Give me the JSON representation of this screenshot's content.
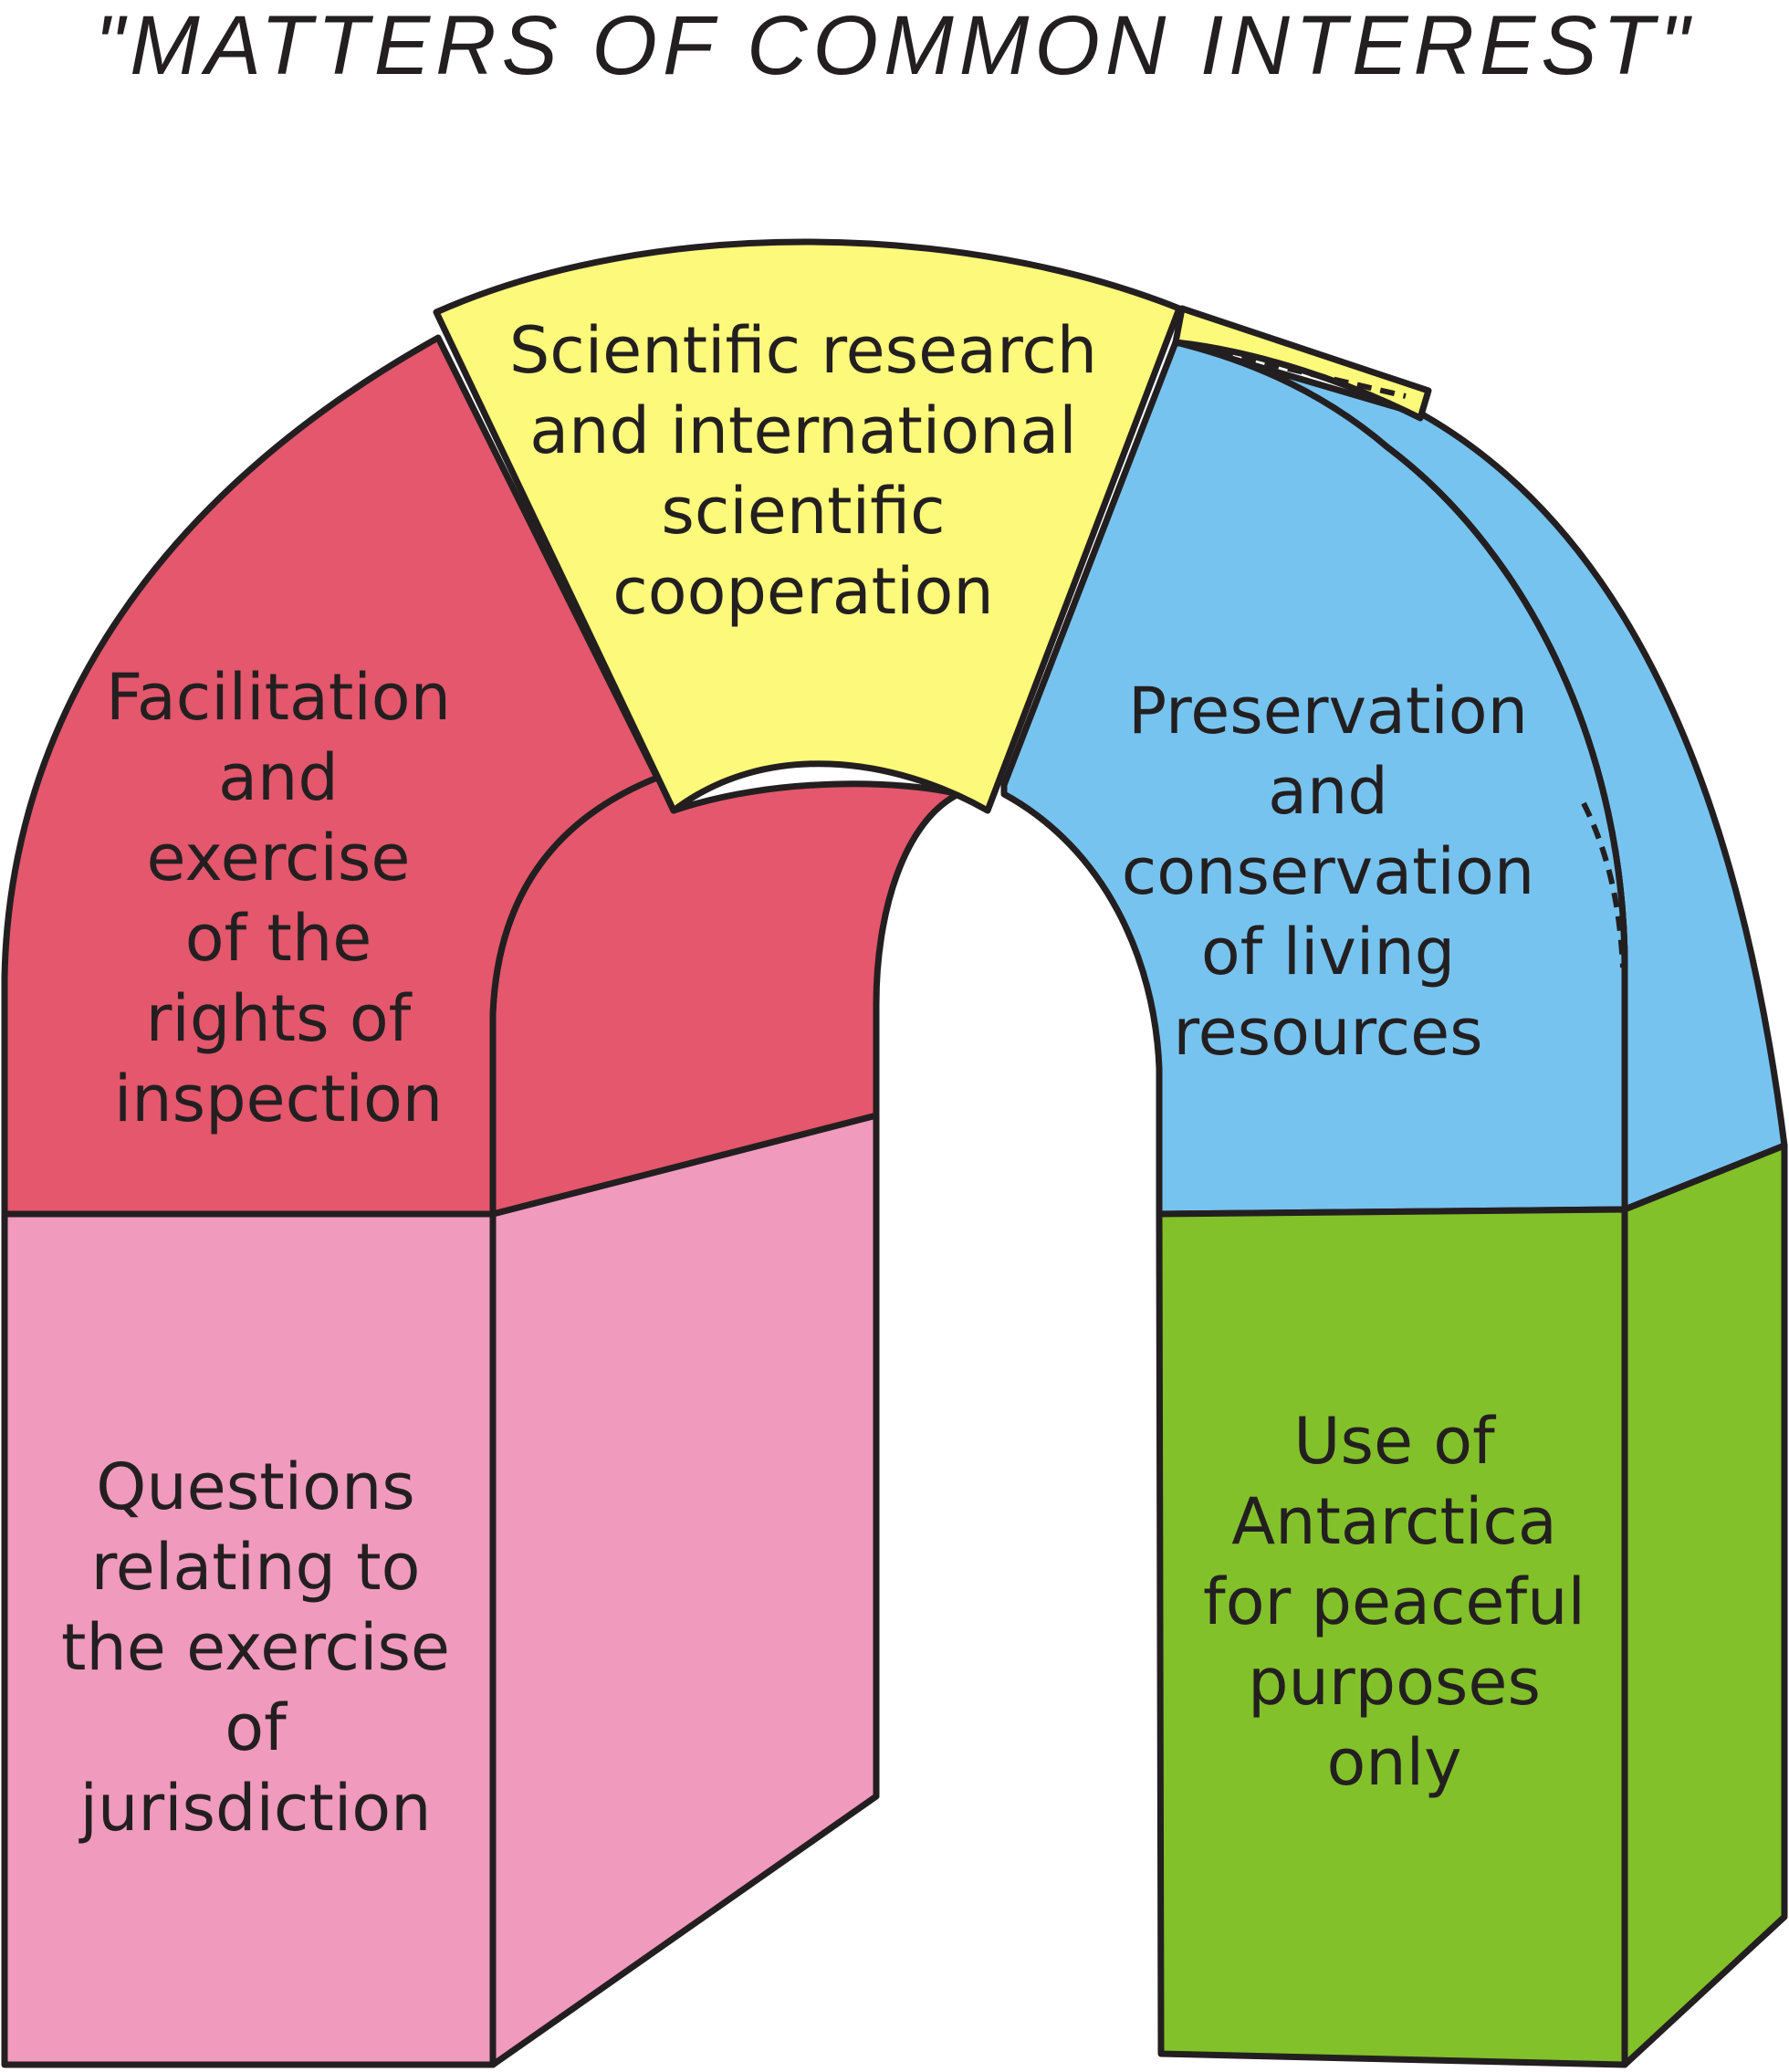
{
  "title": "\"MATTERS OF COMMON INTEREST\"",
  "colors": {
    "yellow": "#fdf97a",
    "red": "#e4576c",
    "blue": "#77c3ef",
    "pink": "#f09abd",
    "green": "#82c12a",
    "outline": "#231f20"
  },
  "segments": {
    "top": {
      "lines": [
        "Scientific research",
        "and international",
        "scientific",
        "cooperation"
      ]
    },
    "upper_left": {
      "lines": [
        "Facilitation",
        "and",
        "exercise",
        "of  the",
        "rights of",
        "inspection"
      ]
    },
    "upper_right": {
      "lines": [
        "Preservation",
        "and",
        "conservation",
        "of  living",
        "resources"
      ]
    },
    "lower_left": {
      "lines": [
        "Questions",
        "relating to",
        "the exercise",
        "of",
        "jurisdiction"
      ]
    },
    "lower_right": {
      "lines": [
        "Use of",
        "Antarctica",
        "for peaceful",
        "purposes",
        "only"
      ]
    }
  }
}
